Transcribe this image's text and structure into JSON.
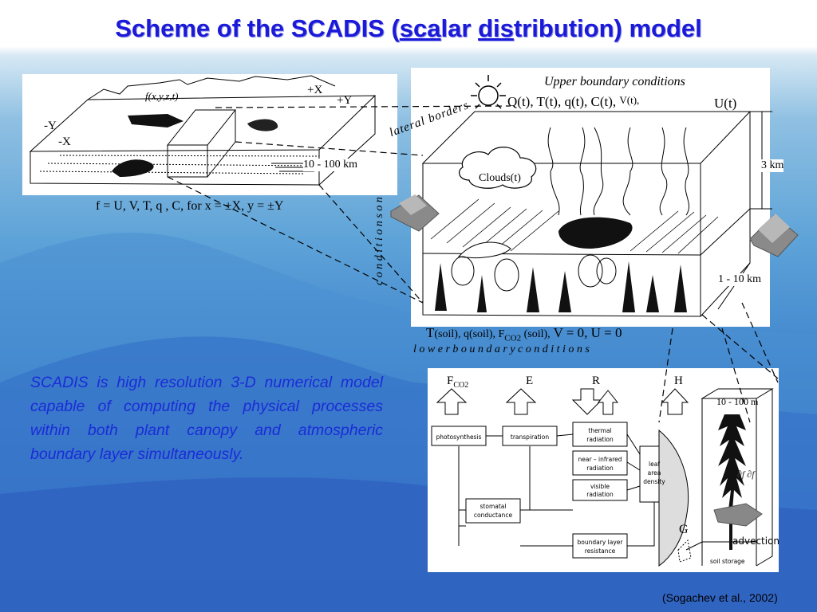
{
  "title": {
    "prefix": "Scheme of the SCADIS (",
    "sca": "sca",
    "lar": "lar ",
    "dis": "dis",
    "suffix": "tribution) model"
  },
  "left_diagram": {
    "func": "f(x,y,z,t)",
    "plus_x": "+X",
    "plus_y": "+Y",
    "minus_y": "-Y",
    "minus_x": "-X",
    "scale": "10 - 100 km",
    "formula": "f = U, V, T,  q , C,  for  x = ±X, y = ±Y"
  },
  "right_diagram": {
    "upper_title": "Upper boundary conditions",
    "upper_vars_a": "Q",
    "upper_vars_b": "(t),  T(t), q(t),  C(t),",
    "upper_vars_v": "V(t),",
    "upper_vars_u": "U(t)",
    "lateral_borders": "lateral  borders",
    "lateral_conditions": "c o n d i t i o n s   o n",
    "clouds": "Clouds(t)",
    "height": "3 km",
    "width": "1 - 10 km",
    "lower_vars": "T(soil), q(soil), F(CO2)(soil), V = 0, U = 0",
    "lower_t": "T",
    "lower_soil1": "(soil), q(",
    "lower_soil2": "soil), F",
    "lower_co2": "CO2",
    "lower_soil3": " (soil),",
    "lower_eq": " V = 0, U = 0",
    "lower_title": "l o w e r   b o u n d a r y   c o n d i t i o n s"
  },
  "bottom_diagram": {
    "fco2": "F",
    "fco2_sub": "CO2",
    "e": "E",
    "r": "R",
    "h": "H",
    "box_photosynthesis": "photosynthesis",
    "box_transpiration": "transpiration",
    "box_thermal_1": "thermal",
    "box_thermal_2": "radiation",
    "box_nir_1": "near – infrared",
    "box_nir_2": "radiation",
    "box_visible_1": "visible",
    "box_visible_2": "radiation",
    "box_stomatal_1": "stomatal",
    "box_stomatal_2": "conductance",
    "box_lad_1": "leaf",
    "box_lad_2": "area",
    "box_lad_3": "density",
    "box_blr_1": "boundary layer",
    "box_blr_2": "resistance",
    "scale": "10 - 100 m",
    "g": "G",
    "soil_storage": "soil  storage",
    "advection": "advection",
    "partial": "∂f  ∂f"
  },
  "description": "SCADIS is high resolution 3-D numerical model capable of computing the physical processes within both plant canopy and atmospheric boundary layer simultaneously.",
  "citation": "(Sogachev et al., 2002)"
}
